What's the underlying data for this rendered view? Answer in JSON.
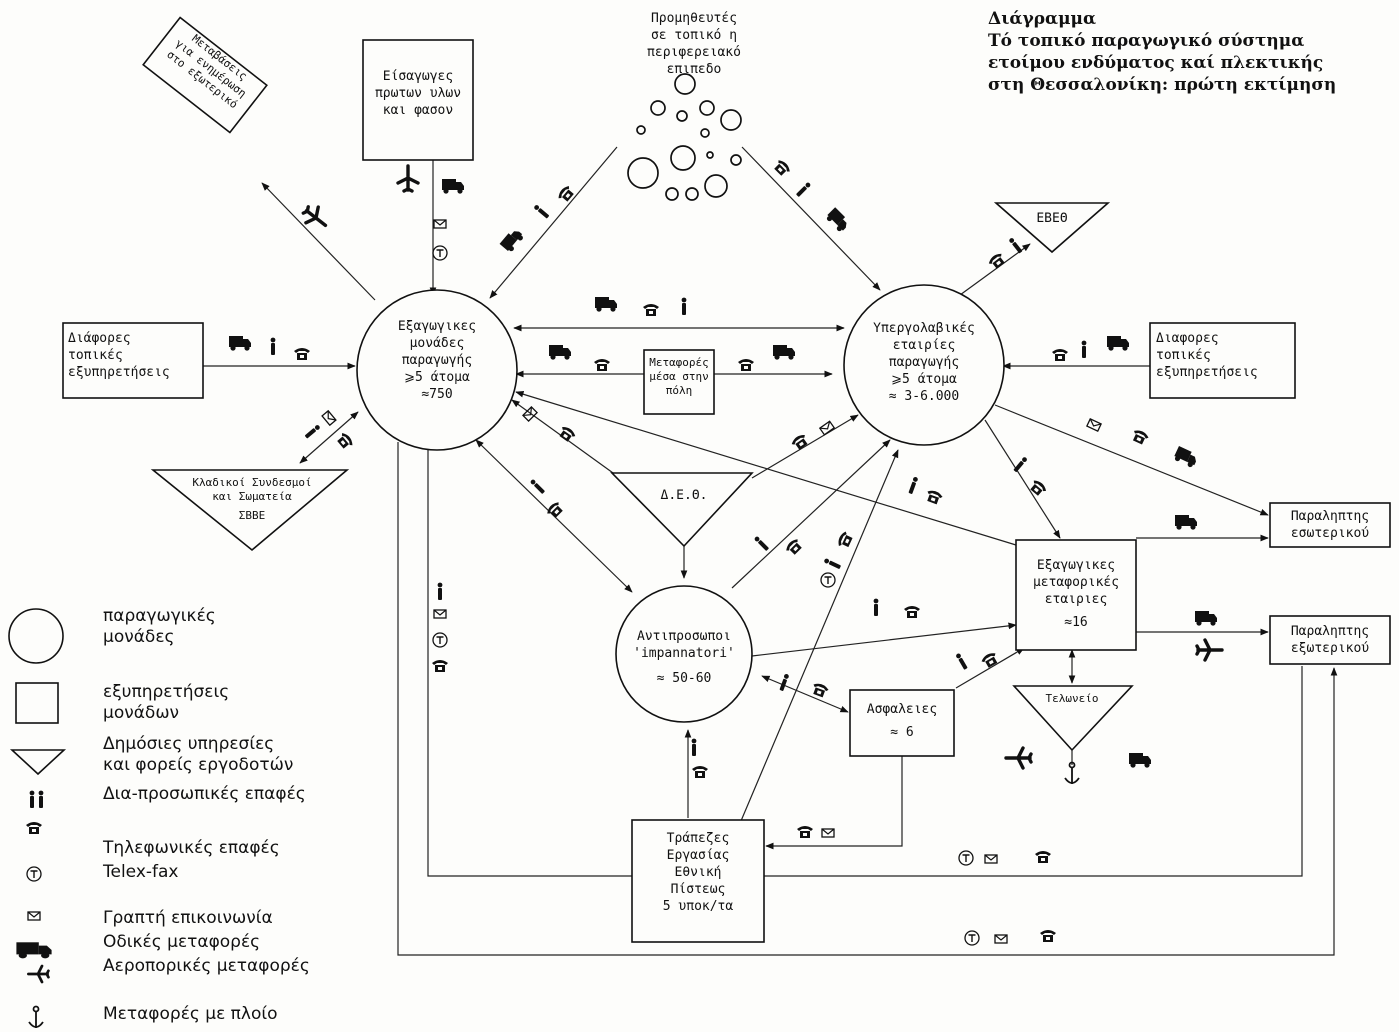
{
  "title": {
    "line1": "Διάγραμμα",
    "line2": "Τό τοπικό παραγωγικό σύστημα",
    "line3": "ετοίμου ενδύματος καί πλεκτικής",
    "line4": "στη Θεσσαλονίκη: πρώτη εκτίμηση"
  },
  "nodes": {
    "imports": {
      "l1": "Είσαγωγες",
      "l2": "πρωτων υλων",
      "l3": "και φασον"
    },
    "suppliers": {
      "l1": "Προμηθευτές",
      "l2": "σε τοπικό η",
      "l3": "περιφερειακό",
      "l4": "επιπεδο"
    },
    "promotion": {
      "l1": "Μεταβάσεις",
      "l2": "για ενημέρωση",
      "l3": "στο εξωτερικό"
    },
    "evetho": {
      "label": "ΕΒΕΘ"
    },
    "export_units": {
      "l1": "Εξαγωγικες",
      "l2": "μονάδες",
      "l3": "παραγωγής",
      "l4": "⩾5 άτομα",
      "l5": "≈750"
    },
    "subcontractors": {
      "l1": "Υπεργολαβικές",
      "l2": "εταιρίες",
      "l3": "παραγωγής",
      "l4": "⩾5 άτομα",
      "l5": "≈ 3-6.000"
    },
    "local_services_left": {
      "l1": "Διάφορες",
      "l2": "τοπικές",
      "l3": "εξυπηρετήσεις"
    },
    "local_services_right": {
      "l1": "Διαφορες",
      "l2": "τοπικές",
      "l3": "εξυπηρετήσεις"
    },
    "city_transport": {
      "l1": "Μεταφορές",
      "l2": "μέσα στην",
      "l3": "πόλη"
    },
    "associations": {
      "l1": "Κλαδικοί Συνδεσμοί",
      "l2": "και Σωματεία",
      "l3": "ΣΒΒΕ"
    },
    "deth": {
      "label": "Δ.Ε.Θ."
    },
    "domestic_receivers": {
      "l1": "Παραληπτης",
      "l2": "εσωτερικού"
    },
    "foreign_receivers": {
      "l1": "Παραληπτης",
      "l2": "εξωτερικού"
    },
    "export_transport": {
      "l1": "Εξαγωγικες",
      "l2": "μεταφορικές",
      "l3": "εταιριες",
      "l4": "≈16"
    },
    "representatives": {
      "l1": "Αντιπροσωποι",
      "l2": "'impannatori'",
      "l3": "≈ 50-60"
    },
    "insurance": {
      "l1": "Ασφαλειες",
      "l2": "≈ 6"
    },
    "customs": {
      "label": "Τελωνείο"
    },
    "banks": {
      "l1": "Τράπεζες",
      "l2": "Εργασίας",
      "l3": "Εθνική",
      "l4": "Πίστεως",
      "l5": "5 υποκ/τα"
    }
  },
  "legend": [
    {
      "icon": "circle-icon",
      "l1": "παραγωγικές",
      "l2": "μονάδες"
    },
    {
      "icon": "square-icon",
      "l1": "εξυπηρετήσεις",
      "l2": "μονάδων"
    },
    {
      "icon": "triangle-icon",
      "l1": "Δημόσιες υπηρεσίες",
      "l2": "και φορείς εργοδοτών"
    },
    {
      "icon": "people-icon",
      "l1": "Δια-προσωπικές επαφές"
    },
    {
      "icon": "telephone-icon",
      "l1": "Τηλεφωνικές επαφές"
    },
    {
      "icon": "telex-icon",
      "l1": "Telex-fax"
    },
    {
      "icon": "letter-icon",
      "l1": "Γραπτή επικοινωνία"
    },
    {
      "icon": "truck-icon",
      "l1": "Οδικές μεταφορές"
    },
    {
      "icon": "airplane-icon",
      "l1": "Αεροπορικές μεταφορές"
    },
    {
      "icon": "anchor-icon",
      "l1": "Μεταφορές με πλοίο"
    }
  ]
}
